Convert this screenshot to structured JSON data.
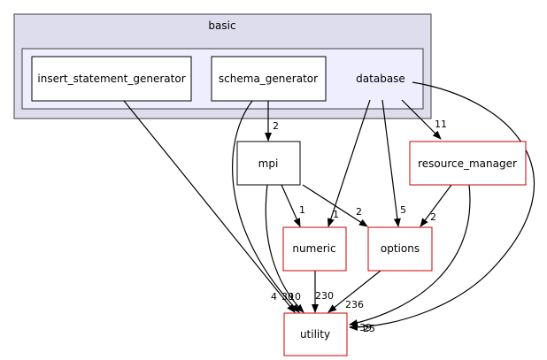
{
  "colors": {
    "outer_fill": "#ddddee",
    "outer_stroke": "#404040",
    "inner_fill": "#eeeeff",
    "node_stroke_plain": "#000000",
    "node_stroke_red": "#cc0000",
    "edge": "#000000"
  },
  "groups": {
    "basic": "basic",
    "database": "database"
  },
  "nodes": {
    "insert_statement_generator": "insert_statement_generator",
    "schema_generator": "schema_generator",
    "mpi": "mpi",
    "resource_manager": "resource_manager",
    "numeric": "numeric",
    "options": "options",
    "utility": "utility"
  },
  "edge_labels": {
    "schema_to_mpi": "2",
    "db_to_resource": "11",
    "mpi_to_numeric": "1",
    "db_to_numeric": "1",
    "mpi_to_options": "2",
    "db_to_options": "5",
    "resource_to_options": "2",
    "insert_to_utility": "4",
    "schema_to_utility": "30",
    "mpi_to_utility": "10",
    "numeric_to_utility": "230",
    "options_to_utility": "236",
    "resource_to_utility": "39",
    "db_to_utility": "25"
  }
}
